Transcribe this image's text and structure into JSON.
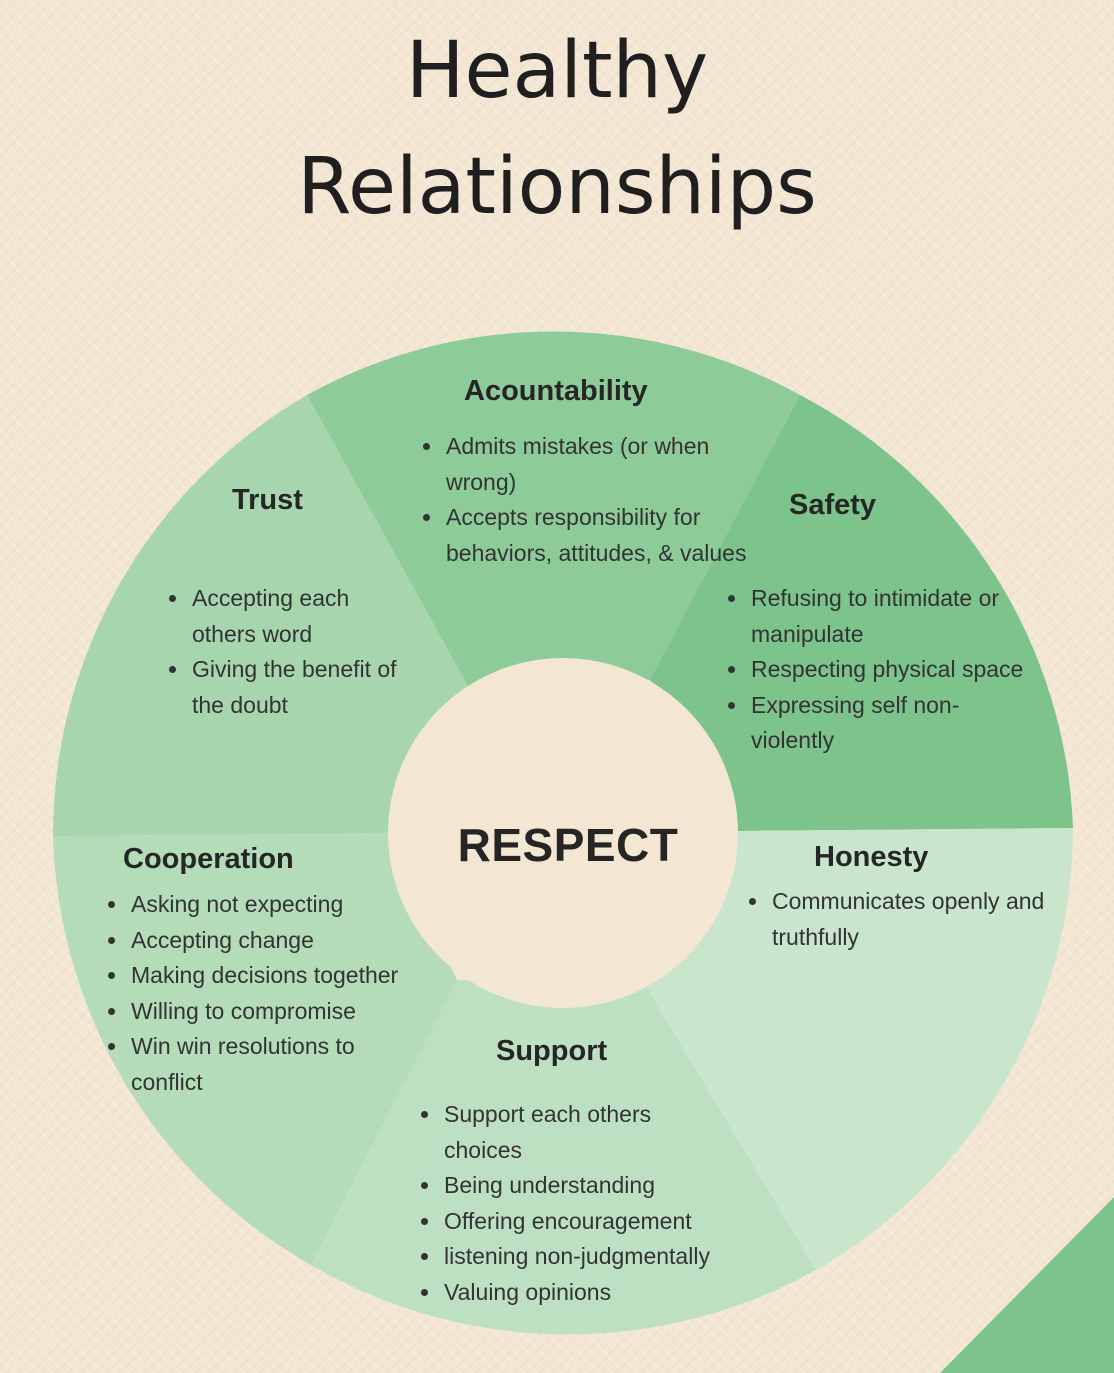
{
  "title": {
    "line1": "Healthy",
    "line2": "Relationships"
  },
  "center": {
    "label": "RESPECT"
  },
  "colors": {
    "background": "#f3e6d3",
    "accountability": "#8dcb99",
    "safety": "#7cc38c",
    "honesty": "#c9e6cd",
    "support": "#bde0c3",
    "cooperation": "#b4dcb9",
    "trust": "#a7d5ae"
  },
  "segments": {
    "accountability": {
      "title": "Acountability",
      "items": [
        "Admits mistakes (or when wrong)",
        "Accepts responsibility for behaviors, attitudes, & values"
      ]
    },
    "safety": {
      "title": "Safety",
      "items": [
        "Refusing to intimidate or manipulate",
        "Respecting physical space",
        "Expressing self non-violently"
      ]
    },
    "honesty": {
      "title": "Honesty",
      "items": [
        "Communicates openly and truthfully"
      ]
    },
    "support": {
      "title": "Support",
      "items": [
        "Support each others choices",
        "Being understanding",
        "Offering encouragement",
        "listening non-judgmentally",
        "Valuing opinions"
      ]
    },
    "cooperation": {
      "title": "Cooperation",
      "items": [
        "Asking not expecting",
        "Accepting change",
        "Making decisions together",
        "Willing to compromise",
        "Win win resolutions to conflict"
      ]
    },
    "trust": {
      "title": "Trust",
      "items": [
        "Accepting each others word",
        "Giving the benefit of the doubt"
      ]
    }
  }
}
